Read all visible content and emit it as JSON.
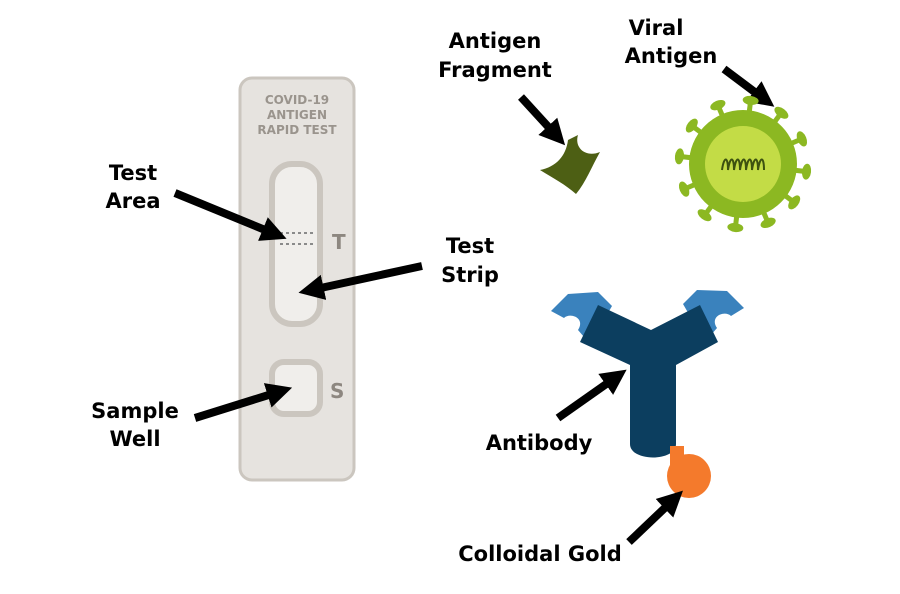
{
  "cassette": {
    "title_lines": [
      "COVID-19",
      "ANTIGEN",
      "RAPID TEST"
    ],
    "test_marker": "T",
    "sample_marker": "S"
  },
  "labels": {
    "test_area": [
      "Test",
      "Area"
    ],
    "test_strip": [
      "Test",
      "Strip"
    ],
    "sample_well": [
      "Sample",
      "Well"
    ],
    "antigen_fragment": [
      "Antigen",
      "Fragment"
    ],
    "viral_antigen": [
      "Viral",
      "Antigen"
    ],
    "antibody": "Antibody",
    "colloidal_gold": "Colloidal Gold"
  },
  "colors": {
    "cassette_fill": "#e6e3df",
    "cassette_border": "#cbc6bf",
    "antigen_fragment": "#4d5f14",
    "virus_outer": "#8cb822",
    "virus_inner": "#c3dc46",
    "antibody_dark": "#0c3e5f",
    "antibody_light": "#3a82bd",
    "gold": "#f47a2c",
    "arrow": "#000000"
  }
}
